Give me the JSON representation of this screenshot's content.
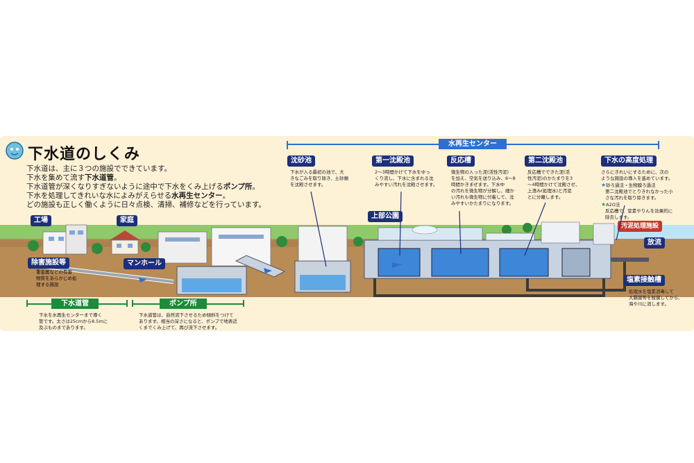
{
  "title": "下水道のしくみ",
  "intro": {
    "line1": "下水道は、主に３つの施設でできています。",
    "line2_pre": "下水を集めて流す",
    "line2_bold": "下水道管",
    "line2_post": "。",
    "line3_pre": "下水道管が深くなりすぎないように途中で下水をくみ上げる",
    "line3_bold": "ポンプ所",
    "line3_post": "。",
    "line4_pre": "下水を処理してきれいな水によみがえらせる",
    "line4_bold": "水再生センター",
    "line4_post": "。",
    "line5": "どの施設も正しく働くように日々点検、清掃、補修などを行っています。"
  },
  "center_label": "水再生センター",
  "labels": {
    "factory": "工場",
    "home": "家庭",
    "pretreat": "除害施設等",
    "manhole": "マンホール",
    "grit": "沈砂池",
    "primary": "第一沈殿池",
    "reactor": "反応槽",
    "secondary": "第二沈殿池",
    "advanced": "下水の高度処理",
    "park": "上部公園",
    "sludge": "汚泥処理施設",
    "discharge": "放流",
    "chlorine": "塩素接触槽"
  },
  "bars": {
    "pipe": "下水道管",
    "pump": "ポンプ所"
  },
  "descriptions": {
    "pretreat": [
      "重金属などの有害",
      "物質をあらかじめ処",
      "理する施設"
    ],
    "grit": [
      "下水が入る最初の池で、大",
      "きなごみを取り除き、土砂類",
      "を沈殿させます。"
    ],
    "primary": [
      "2～3時間かけて下水をゆっ",
      "くり流し、下水に含まれる沈",
      "みやすい汚れを沈殿させます。"
    ],
    "reactor": [
      "微生物の入った泥(活性汚泥)",
      "を加え、空気を送り込み、6～8",
      "時間かきまぜます。下水中",
      "の汚れを微生物が分解し、細か",
      "い汚れも微生物に付着して、沈",
      "みやすいかたまりになります。"
    ],
    "secondary": [
      "反応槽でできた泥(活",
      "性汚泥)のかたまりを3",
      "～4時間かけて沈殿させ、",
      "上澄み(処理水)と汚泥",
      "とに分離します。"
    ],
    "advanced": [
      "さらにきれいにするために、次の",
      "ような施設の導入を進めています。"
    ],
    "advanced_a1": "砂ろ過法・生物膜ろ過法",
    "advanced_a2": "第二沈殿池でとりきれなかった小",
    "advanced_a3": "さな汚れを取り除きます。",
    "advanced_b1": "A2O法",
    "advanced_b2": "反応槽で、窒素やりんを効果的に",
    "advanced_b3": "除去します。",
    "chlorine": [
      "処理水を塩素消毒して",
      "大腸菌等を殺菌してから、",
      "海や川に流します。"
    ],
    "pipe": [
      "下水を水再生センターまで導く",
      "管です。太さは25cmから8.5mに",
      "及ぶものまであります。"
    ],
    "pump": [
      "下水道管は、自然流下させるため傾斜をつけて",
      "あります。相当の深さになると、ポンプで地表近",
      "くまでくみ上げて、再び流下させます。"
    ]
  },
  "colors": {
    "panel": "#fdf1d6",
    "label": "#1c2f7a",
    "green_bar": "#1f8a3a",
    "center_bar": "#2f6fcf",
    "soil": "#b98b55",
    "water": "#2f7fd6",
    "red_label": "#c8372d"
  }
}
